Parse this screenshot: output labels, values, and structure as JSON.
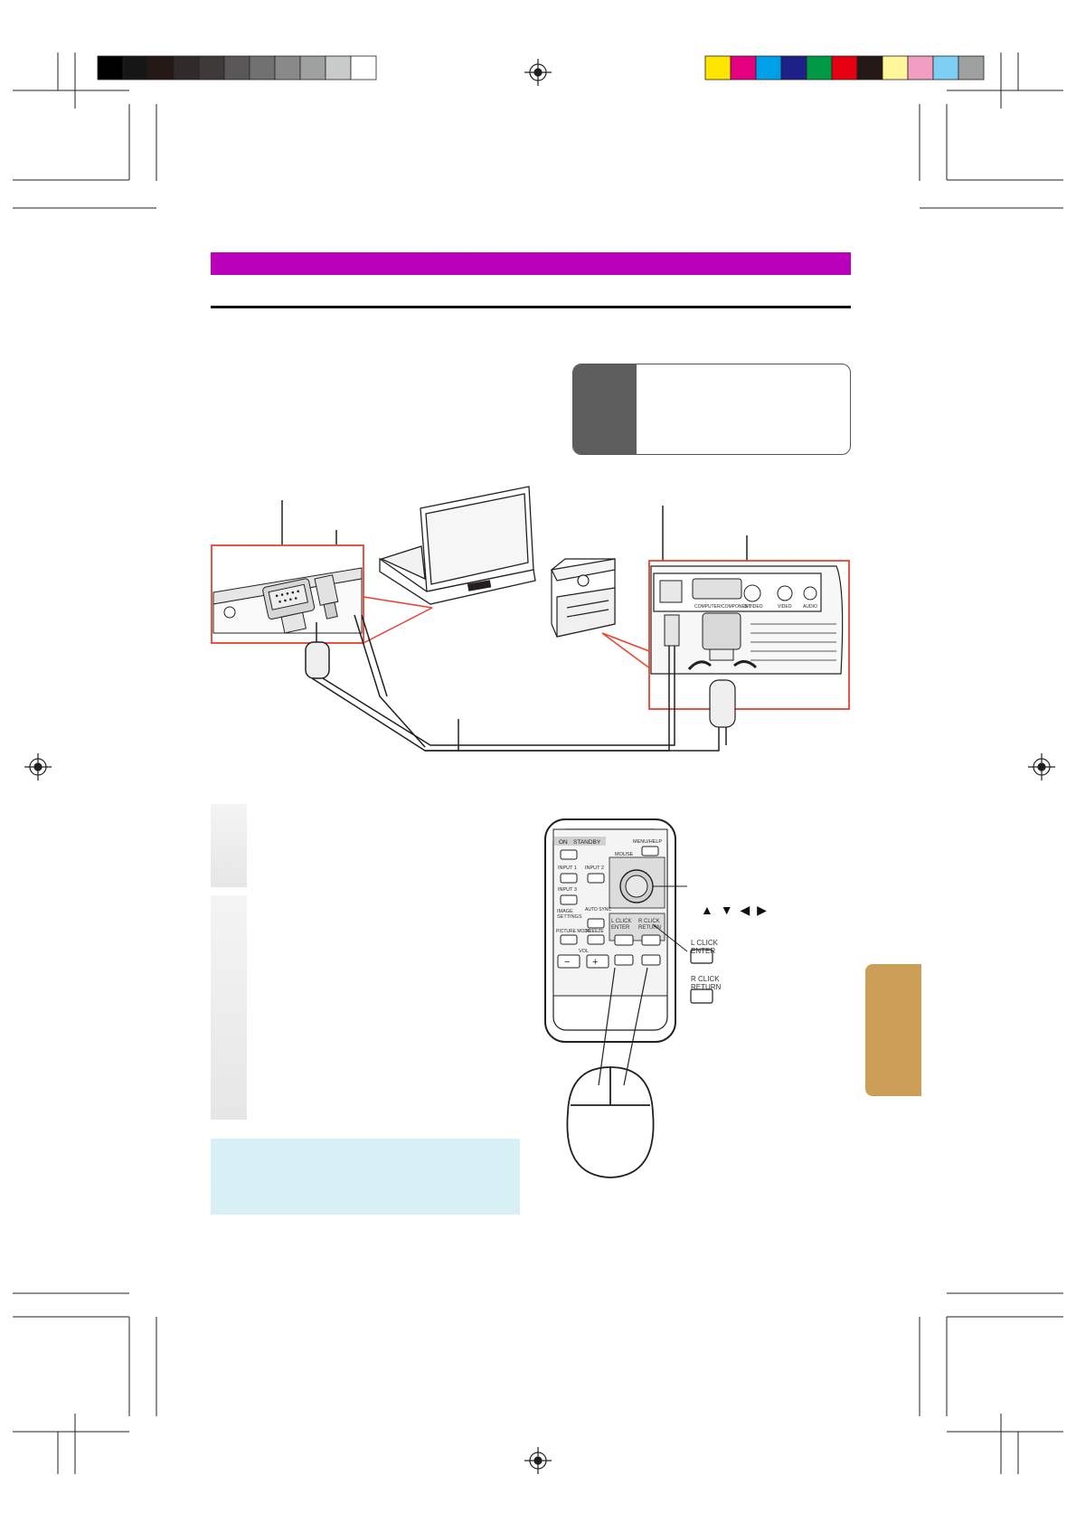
{
  "remote": {
    "on_label": "ON",
    "standby_label": "STANDBY",
    "menu_help_label": "MENU/HELP",
    "mouse_label": "MOUSE",
    "input1_label": "INPUT 1",
    "input2_label": "INPUT 2",
    "input3_label": "INPUT 3",
    "image_settings_label": "IMAGE\nSETTINGS",
    "auto_sync_label": "AUTO SYNC",
    "l_click_label": "L CLICK\nENTER",
    "r_click_label": "R CLICK\nRETURN",
    "picture_mode_label": "PICTURE MODE",
    "freeze_label": "FREEZE",
    "vol_label": "VOL"
  },
  "callouts": {
    "arrows": "▲ ▼ ◀ ▶",
    "l_click_enter": "L CLICK\nENTER",
    "r_click_return": "R CLICK\nRETURN"
  },
  "projector_panel": {
    "computer_component_label": "COMPUTER/COMPONENT",
    "s_video_label": "S-VIDEO",
    "video_label": "VIDEO",
    "audio_label": "AUDIO"
  },
  "colors": {
    "header_bar": "#bb00bb",
    "side_tab": "#cc9f58",
    "note_box": "#d9eff6",
    "callout_frame": "#e8422f"
  },
  "registration_colors": [
    "#ffe600",
    "#e4007f",
    "#00a0e9",
    "#1d2088",
    "#009944",
    "#e60012",
    "#231815",
    "#fff799",
    "#f19ec2",
    "#7ecef4",
    "#9fa0a0"
  ],
  "registration_greys": [
    "#000000",
    "#161616",
    "#231815",
    "#302b2a",
    "#3e3a39",
    "#595757",
    "#727171",
    "#898989",
    "#9fa0a0",
    "#c9caca",
    "#ffffff"
  ]
}
